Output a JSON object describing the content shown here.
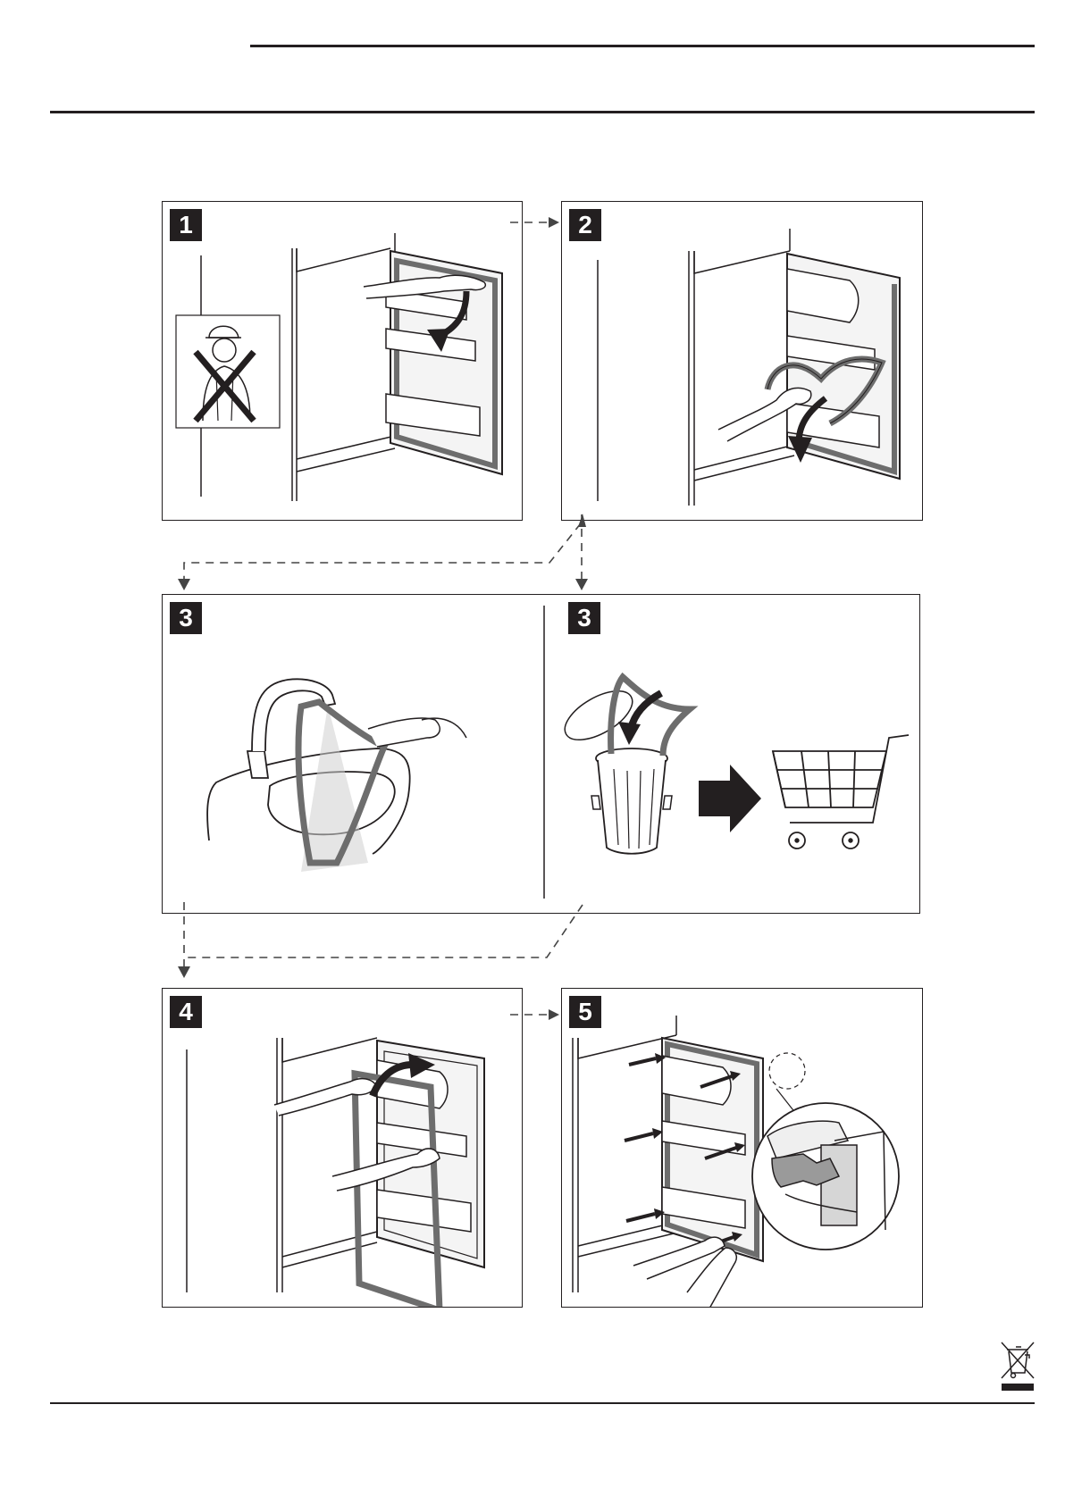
{
  "steps": [
    {
      "number": "1"
    },
    {
      "number": "2"
    },
    {
      "number": "3"
    },
    {
      "number": "3"
    },
    {
      "number": "4"
    },
    {
      "number": "5"
    }
  ],
  "colors": {
    "ink": "#231f20",
    "gasket": "#6d6d6d",
    "gasket_dark": "#4a4a4a",
    "door_fill": "#f4f4f4",
    "dashed_arrow": "#444444"
  },
  "icons": {
    "no_protective_gear": "person-with-helmet-crossed-out-icon",
    "wash": "water-tap-icon",
    "dispose": "trash-can-icon",
    "buy": "shopping-cart-icon",
    "weee": "crossed-out-wheelie-bin-icon"
  }
}
